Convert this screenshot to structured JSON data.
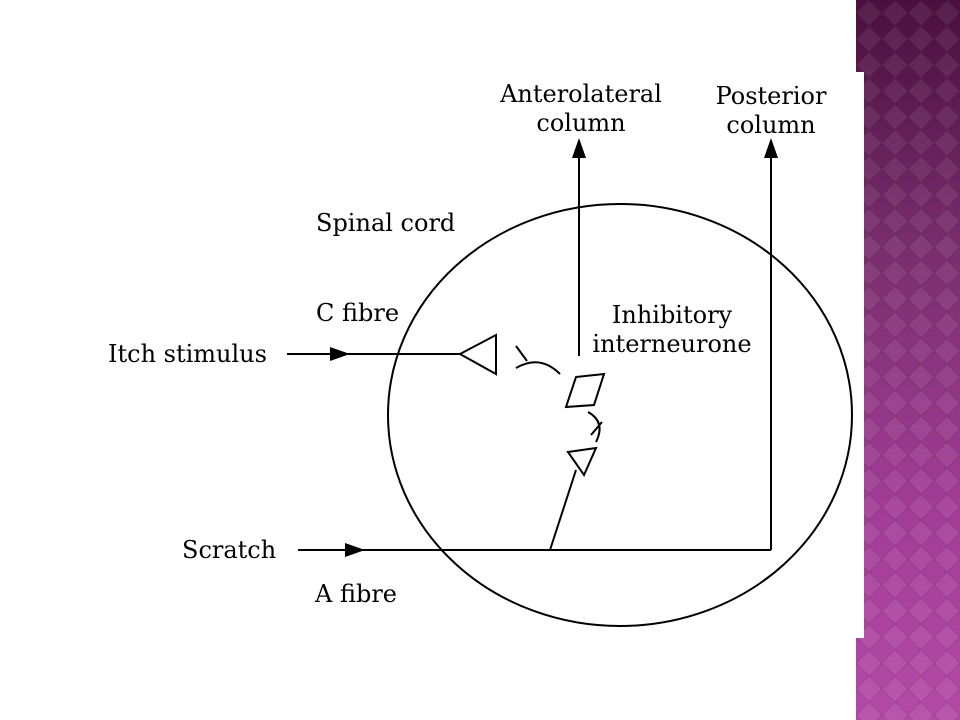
{
  "colors": {
    "accent_dark": "#4a0f3e",
    "accent_light": "#b44aa6",
    "ink": "#000000"
  },
  "diagram": {
    "labels": {
      "anterolateral_line1": "Anterolateral",
      "anterolateral_line2": "column",
      "posterior_line1": "Posterior",
      "posterior_line2": "column",
      "spinal_cord": "Spinal cord",
      "c_fibre": "C fibre",
      "itch_stimulus": "Itch stimulus",
      "inhibitory_line1": "Inhibitory",
      "inhibitory_line2": "interneurone",
      "scratch": "Scratch",
      "a_fibre": "A fibre"
    }
  }
}
